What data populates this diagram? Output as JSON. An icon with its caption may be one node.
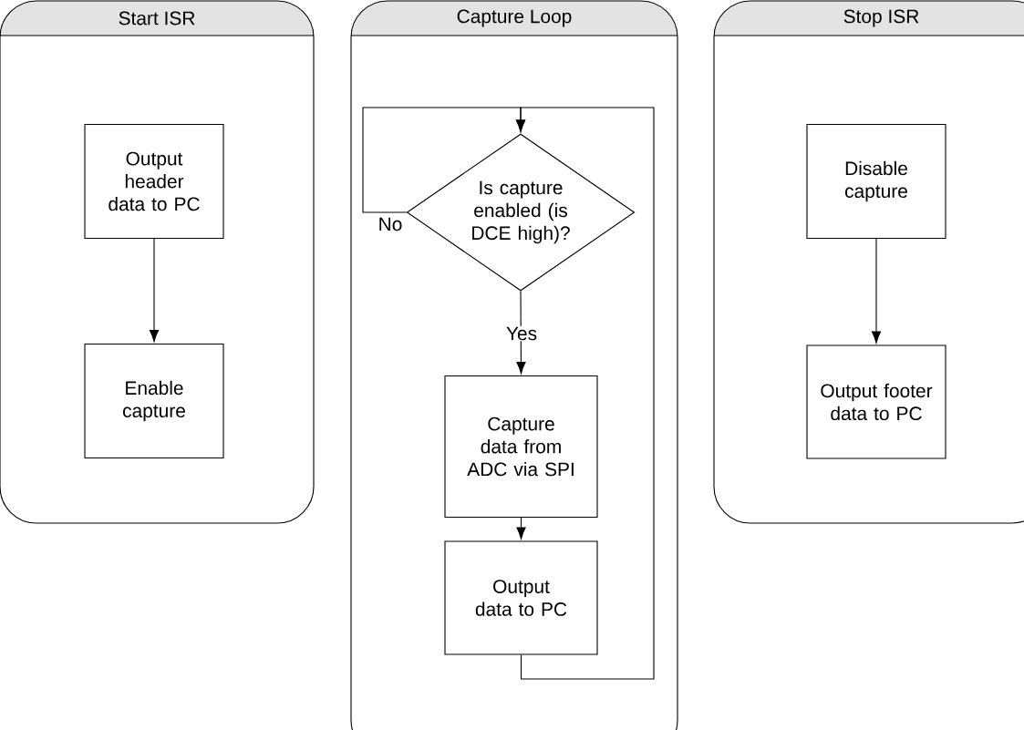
{
  "diagram": {
    "nodes": [
      {
        "text": [
          "Start ISR"
        ]
      },
      {
        "text": [
          "Output header data to PC"
        ],
        "in": 0
      },
      {
        "text": [
          "Enable capture"
        ],
        "in": 0
      },
      {
        "text": [
          "Capture Loop"
        ]
      },
      {
        "text": [
          "Is capture enabled (is DCE high)?"
        ],
        "in": 3
      },
      {
        "text": [
          "Capture data from ADC via SPI"
        ],
        "in": 3
      },
      {
        "text": [
          "Output data to PC"
        ],
        "in": 3
      },
      {
        "text": [
          "Stop ISR"
        ]
      },
      {
        "text": [
          "Disable capture"
        ],
        "in": 7
      },
      {
        "text": [
          "Output footer data to PC"
        ],
        "in": 7
      }
    ],
    "edges": [
      {
        "from": 1,
        "to": 2,
        "arrow": "to"
      },
      {
        "from": 4,
        "to": 5,
        "arrow": "to",
        "label": "Yes"
      },
      {
        "from": 5,
        "to": 6,
        "arrow": "to"
      },
      {
        "from": 6,
        "to": 4,
        "arrow": "to"
      },
      {
        "from": 4,
        "to": 4,
        "arrow": "to",
        "label": "No"
      },
      {
        "from": 8,
        "to": 9,
        "arrow": "to"
      }
    ]
  }
}
